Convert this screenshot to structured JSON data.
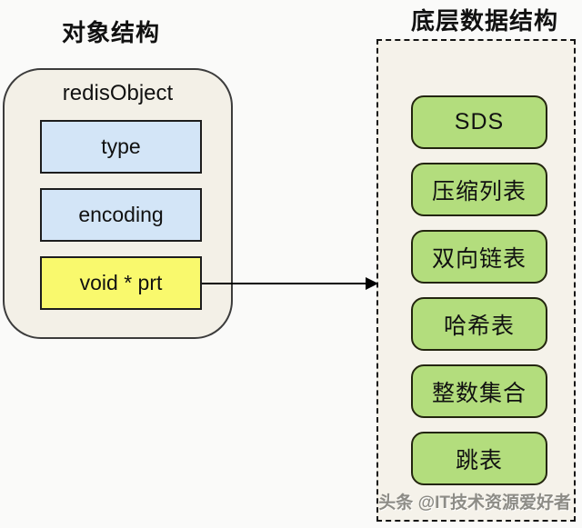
{
  "left_panel": {
    "title": "对象结构",
    "container_label": "redisObject",
    "fields": [
      {
        "label": "type",
        "color": "#d3e5f7"
      },
      {
        "label": "encoding",
        "color": "#d3e5f7"
      },
      {
        "label": "void * prt",
        "color": "#f9f96d"
      }
    ]
  },
  "right_panel": {
    "title": "底层数据结构",
    "items": [
      {
        "label": "SDS"
      },
      {
        "label": "压缩列表"
      },
      {
        "label": "双向链表"
      },
      {
        "label": "哈希表"
      },
      {
        "label": "整数集合"
      },
      {
        "label": "跳表"
      }
    ]
  },
  "watermark": "头条 @IT技术资源爱好者",
  "colors": {
    "page_bg": "#fafaf9",
    "panel_fill": "#f3f0e7",
    "panel_border": "#3c3c3c",
    "field_blue": "#d3e5f7",
    "field_yellow": "#f9f96d",
    "field_border": "#1d1d1d",
    "dashed_fill": "#f5f2ea",
    "dashed_border": "#141414",
    "green_fill": "#b3dd7d",
    "green_border": "#23250f",
    "text": "#111111",
    "watermark": "#8d8c86"
  }
}
